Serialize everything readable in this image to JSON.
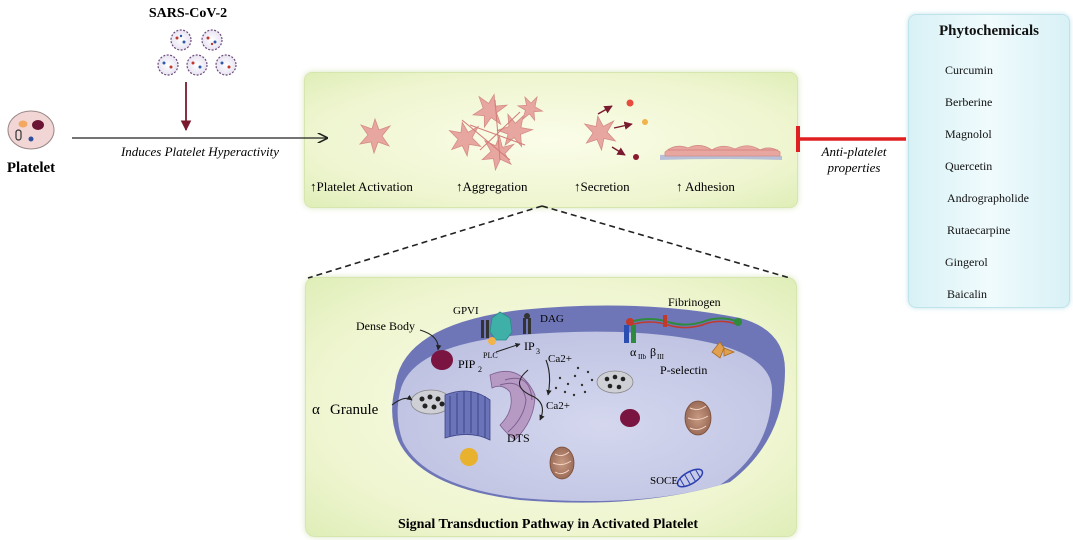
{
  "virus": {
    "label": "SARS-CoV-2"
  },
  "platelet": {
    "label": "Platelet"
  },
  "induces": {
    "label": "Induces Platelet Hyperactivity"
  },
  "effects": {
    "activation": "↑Platelet Activation",
    "aggregation": "↑Aggregation",
    "secretion": "↑Secretion",
    "adhesion": "↑ Adhesion"
  },
  "anti_platelet": {
    "line1": "Anti-platelet",
    "line2": "properties"
  },
  "phytochemicals": {
    "title": "Phytochemicals",
    "items": [
      "Curcumin",
      "Berberine",
      "Magnolol",
      "Quercetin",
      "Andrographolide",
      "Rutaecarpine",
      "Gingerol",
      "Baicalin"
    ]
  },
  "cell": {
    "title": "Signal Transduction Pathway in Activated Platelet",
    "dense_body": "Dense Body",
    "gpvi": "GPVI",
    "dag": "DAG",
    "fibrinogen": "Fibrinogen",
    "pip": "PIP",
    "pip_sub": "2",
    "plc": "PLC",
    "ip": "IP",
    "ip_sub": "3",
    "ca_top": "Ca2+",
    "ca_bottom": "Ca2+",
    "alpha": "α",
    "alpha_sub": "IIb",
    "beta": "β",
    "beta_sub": "III",
    "p_selectin": "P-selectin",
    "alpha_granule_symbol": "α",
    "alpha_granule": "Granule",
    "dts": "DTS",
    "soce": "SOCE"
  },
  "colors": {
    "panel_green": "#eef5cf",
    "panel_blue": "#d8f1f6",
    "platelet_pink": "#e8a6a0",
    "inhibit_red": "#e02020",
    "arrow_maroon": "#7a1a2e",
    "cell_body": "#c7cbe6",
    "cell_rim": "#6d73b4"
  }
}
